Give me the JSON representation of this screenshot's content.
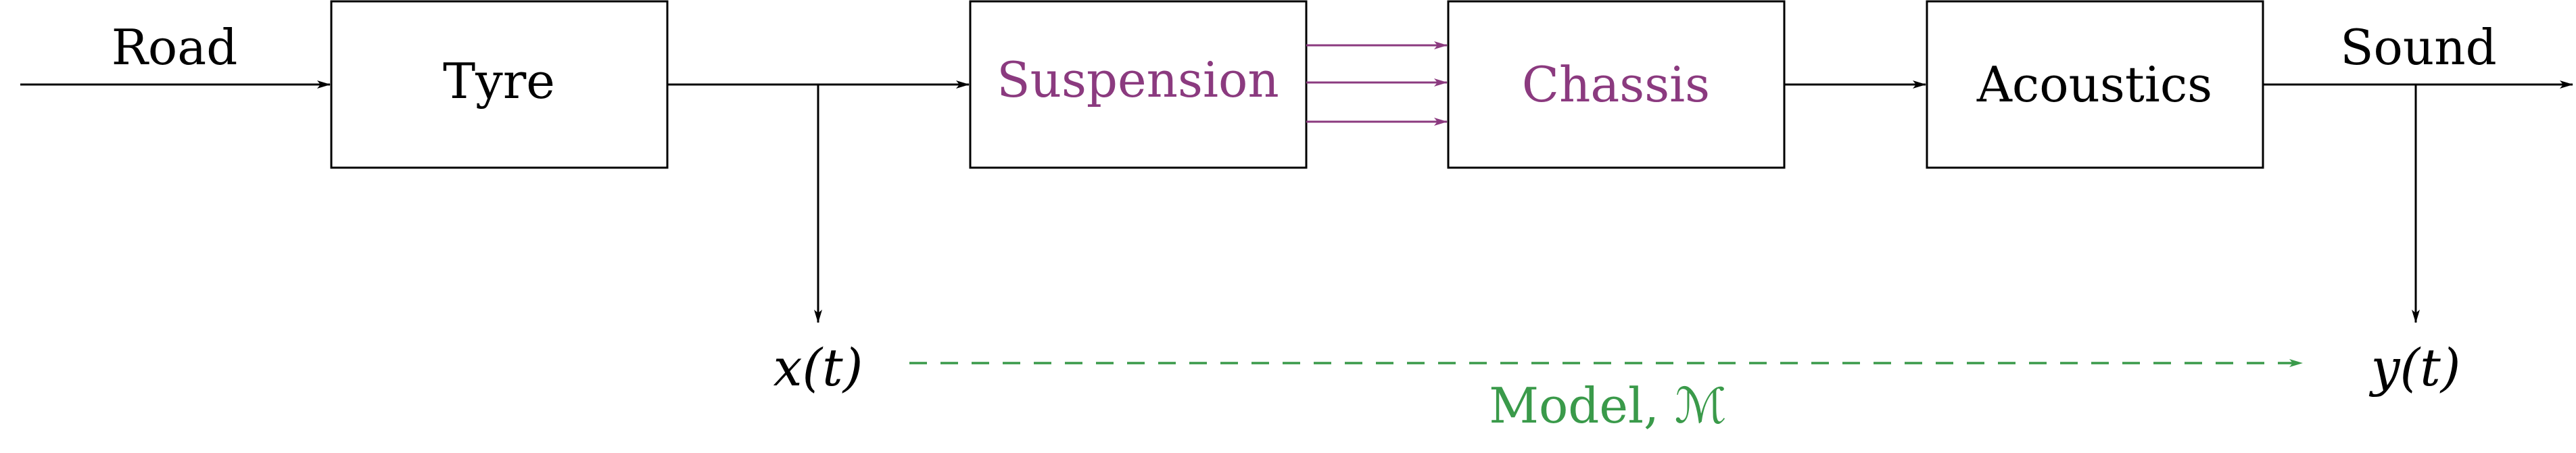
{
  "blocks": {
    "tyre": "Tyre",
    "suspension": "Suspension",
    "chassis": "Chassis",
    "acoustics": "Acoustics"
  },
  "signals": {
    "road": "Road",
    "sound": "Sound",
    "input": "x(t)",
    "output": "y(t)"
  },
  "model": {
    "label": "Model, ℳ"
  },
  "colors": {
    "black": "#000000",
    "purple": "#8B3A7F",
    "green": "#3A9A4A"
  }
}
